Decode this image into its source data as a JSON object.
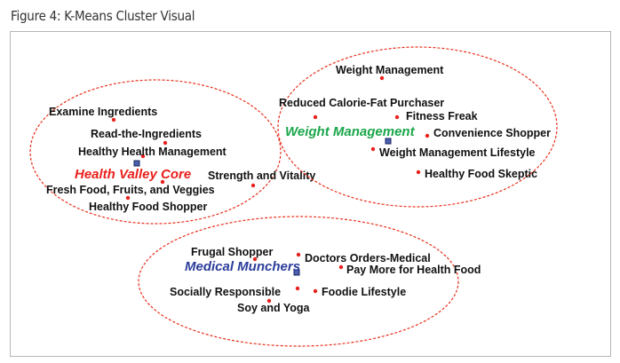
{
  "title": "Figure 4: K-Means Cluster Visual",
  "colors": {
    "ellipse": "#e8301c",
    "point": "#e8201c",
    "centroid": "#2b3d8f"
  },
  "clusters": [
    {
      "name": "Health Valley Core",
      "color": "#e8201c",
      "members": [
        "Examine Ingredients",
        "Read-the-Ingredients",
        "Healthy Health Management",
        "Fresh Food, Fruits, and Veggies",
        "Healthy Food Shopper",
        "Strength and Vitality"
      ]
    },
    {
      "name": "Weight Management",
      "color": "#1aa64a",
      "members": [
        "Weight Management",
        "Reduced Calorie-Fat Purchaser",
        "Fitness Freak",
        "Convenience Shopper",
        "Weight Management Lifestyle",
        "Healthy Food Skeptic"
      ]
    },
    {
      "name": "Medical Munchers",
      "color": "#2b3d9a",
      "members": [
        "Frugal Shopper",
        "Doctors Orders-Medical",
        "Pay More for Health Food",
        "Socially Responsible",
        "Foodie Lifestyle",
        "Soy and Yoga"
      ]
    }
  ]
}
